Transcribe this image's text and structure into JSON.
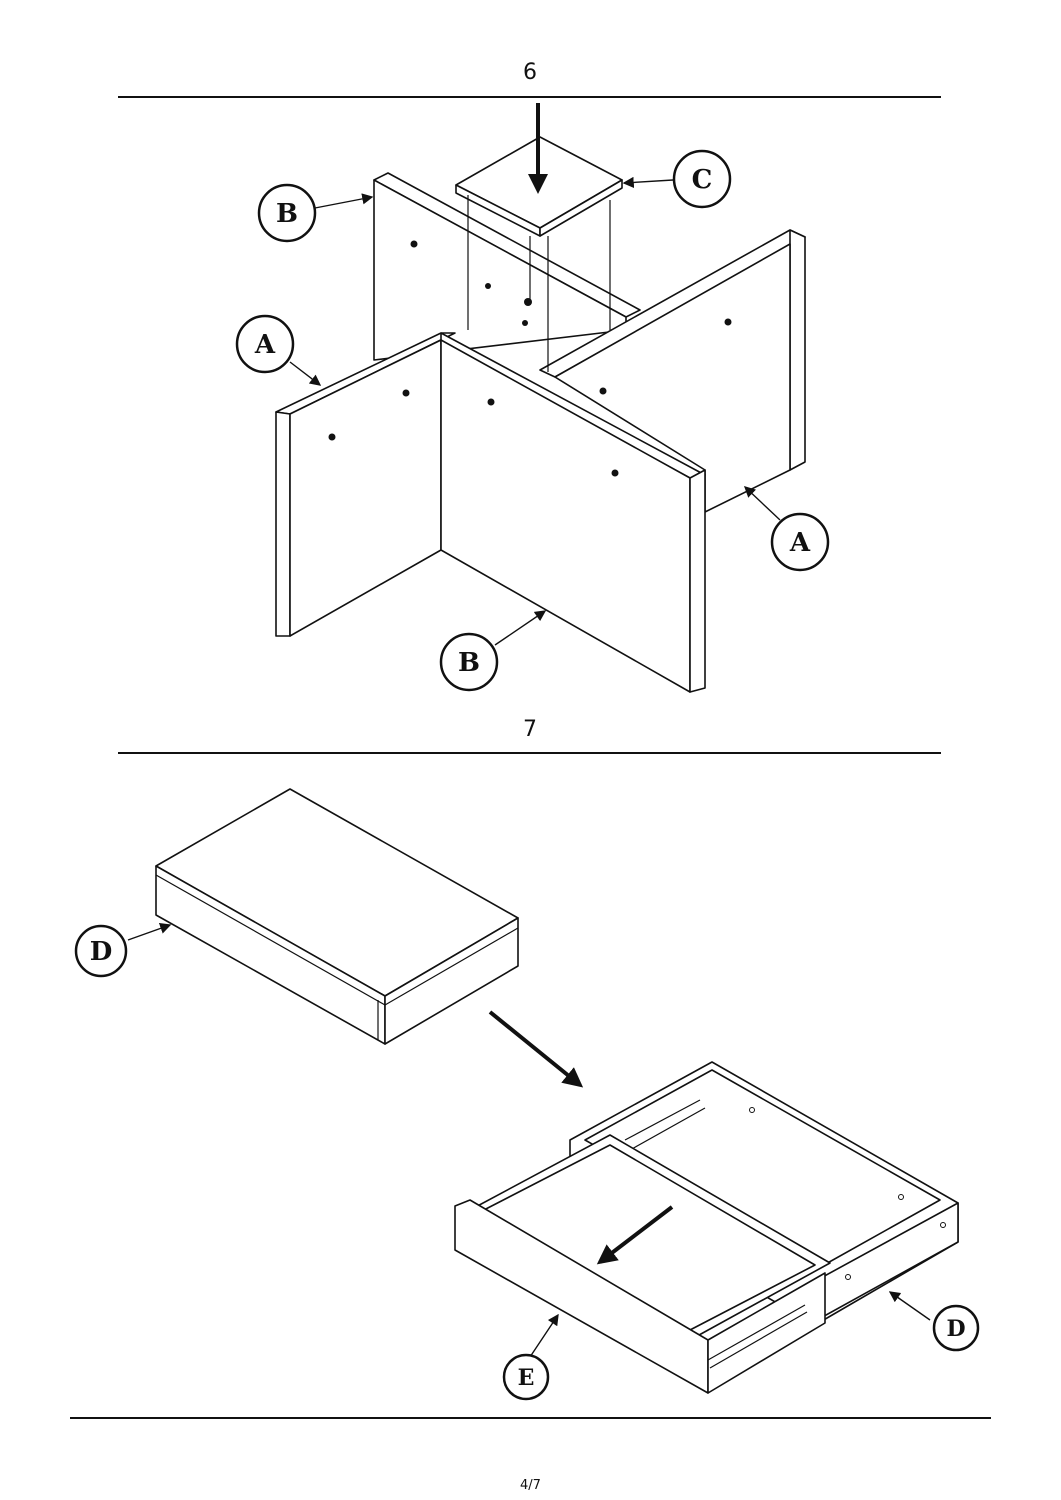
{
  "steps": [
    {
      "number": "6",
      "callouts": {
        "b_top": "B",
        "c": "C",
        "a_left": "A",
        "a_right": "A",
        "b_bottom": "B"
      }
    },
    {
      "number": "7",
      "callouts": {
        "d_top": "D",
        "d_right": "D",
        "e": "E"
      }
    }
  ],
  "footer": {
    "page": "4/7"
  }
}
